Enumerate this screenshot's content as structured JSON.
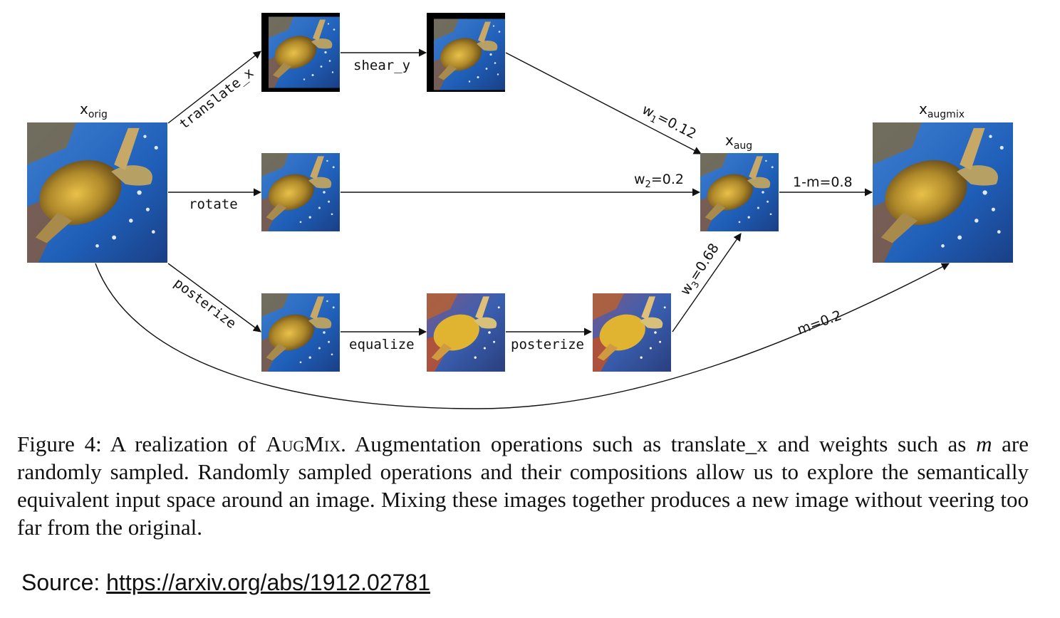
{
  "diagram": {
    "nodes": {
      "x_orig": {
        "label": "x",
        "sub": "orig"
      },
      "x_aug": {
        "label": "x",
        "sub": "aug"
      },
      "x_augmix": {
        "label": "x",
        "sub": "augmix"
      }
    },
    "edges": {
      "translate_x": "translate_x",
      "shear_y": "shear_y",
      "rotate": "rotate",
      "posterize_1": "posterize",
      "equalize": "equalize",
      "posterize_2": "posterize",
      "w1": {
        "label": "w",
        "sub": "1",
        "value": "=0.12"
      },
      "w2": {
        "label": "w",
        "sub": "2",
        "value": "=0.2"
      },
      "w3": {
        "label": "w",
        "sub": "3",
        "value": "=0.68"
      },
      "one_minus_m": "1-m=0.8",
      "m": "m=0.2"
    }
  },
  "caption": {
    "prefix": "Figure 4: A realization of ",
    "method": "AugMix",
    "part1": ". Augmentation operations such as translate_x and weights such as ",
    "var": "m",
    "part2": " are randomly sampled. Randomly sampled operations and their compositions allow us to explore the semantically equivalent input space around an image. Mixing these images together produces a new image without veering too far from the original."
  },
  "source": {
    "label": "Source: ",
    "link": "https://arxiv.org/abs/1912.02781"
  }
}
